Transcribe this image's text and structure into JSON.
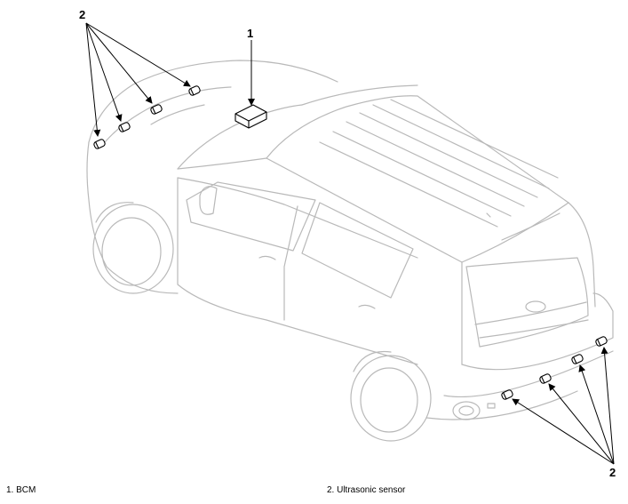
{
  "callouts": {
    "bcm": "1",
    "front_sensors": "2",
    "rear_sensors": "2"
  },
  "legend": {
    "item_1": "1. BCM",
    "item_2": "2. Ultrasonic sensor"
  },
  "colors": {
    "outline": "#b9b9b9",
    "leader": "#000000",
    "background": "#ffffff"
  }
}
